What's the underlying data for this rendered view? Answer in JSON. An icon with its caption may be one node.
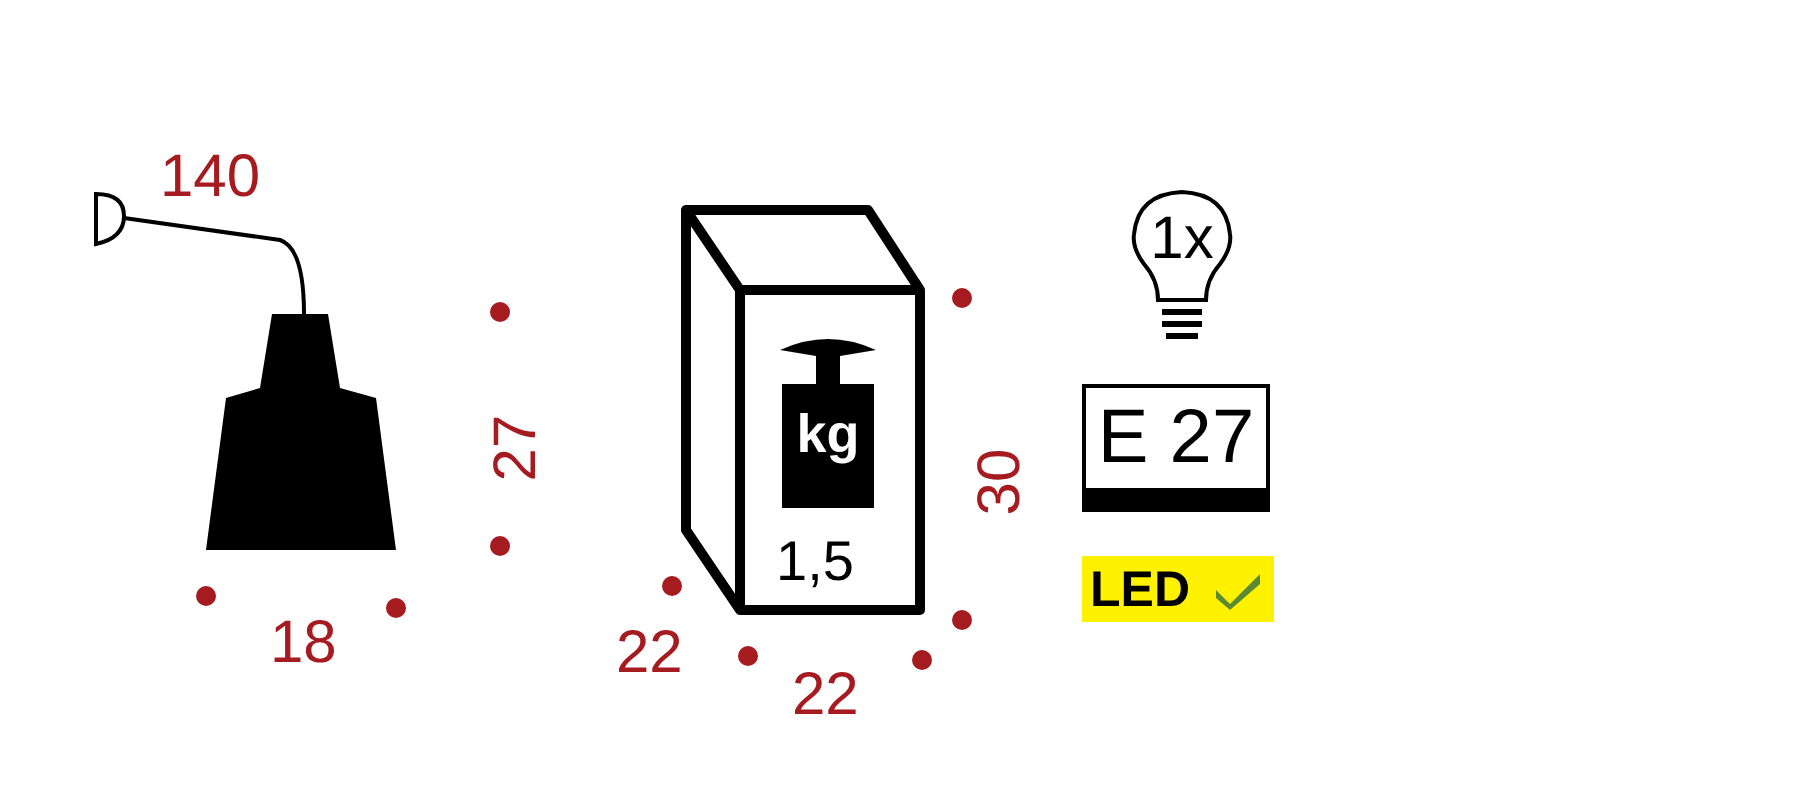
{
  "diagram": {
    "nodes": [
      {
        "text": [
          "1,5"
        ]
      },
      {
        "text": [
          "kg"
        ],
        "in": 0
      },
      {
        "text": [
          "1x"
        ]
      },
      {
        "text": [
          "E 27"
        ]
      },
      {
        "text": [
          "LED"
        ]
      }
    ],
    "labels": [
      "140",
      "27",
      "18",
      "22",
      "22",
      "30"
    ]
  }
}
